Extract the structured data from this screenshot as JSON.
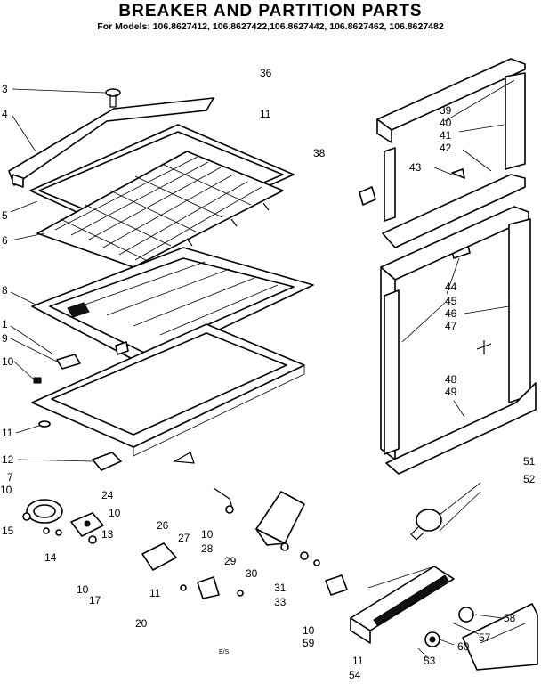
{
  "title": "BREAKER AND PARTITION PARTS",
  "subtitle": "For Models: 106.8627412, 106.8627422,106.8627442, 106.8627462, 106.8627482",
  "footer_code": "E/S",
  "callouts": [
    {
      "id": "c3",
      "label": "3"
    },
    {
      "id": "c4",
      "label": "4"
    },
    {
      "id": "c5",
      "label": "5"
    },
    {
      "id": "c6",
      "label": "6"
    },
    {
      "id": "c8",
      "label": "8"
    },
    {
      "id": "c1",
      "label": "1"
    },
    {
      "id": "c9",
      "label": "9"
    },
    {
      "id": "c10a",
      "label": "10"
    },
    {
      "id": "c11a",
      "label": "11"
    },
    {
      "id": "c12",
      "label": "12"
    },
    {
      "id": "c7",
      "label": "7"
    },
    {
      "id": "c10b",
      "label": "10"
    },
    {
      "id": "c15",
      "label": "15"
    },
    {
      "id": "c13",
      "label": "13"
    },
    {
      "id": "c14",
      "label": "14"
    },
    {
      "id": "c24",
      "label": "24"
    },
    {
      "id": "c10c",
      "label": "10"
    },
    {
      "id": "c26",
      "label": "26"
    },
    {
      "id": "c27",
      "label": "27"
    },
    {
      "id": "c10d",
      "label": "10"
    },
    {
      "id": "c28",
      "label": "28"
    },
    {
      "id": "c29",
      "label": "29"
    },
    {
      "id": "c30",
      "label": "30"
    },
    {
      "id": "c10e",
      "label": "10"
    },
    {
      "id": "c17",
      "label": "17"
    },
    {
      "id": "c11b",
      "label": "11"
    },
    {
      "id": "c20",
      "label": "20"
    },
    {
      "id": "c31",
      "label": "31"
    },
    {
      "id": "c33",
      "label": "33"
    },
    {
      "id": "c36",
      "label": "36"
    },
    {
      "id": "c11c",
      "label": "11"
    },
    {
      "id": "c38",
      "label": "38"
    },
    {
      "id": "c39",
      "label": "39"
    },
    {
      "id": "c40",
      "label": "40"
    },
    {
      "id": "c41",
      "label": "41"
    },
    {
      "id": "c42",
      "label": "42"
    },
    {
      "id": "c43",
      "label": "43"
    },
    {
      "id": "c44",
      "label": "44"
    },
    {
      "id": "c45",
      "label": "45"
    },
    {
      "id": "c46",
      "label": "46"
    },
    {
      "id": "c47",
      "label": "47"
    },
    {
      "id": "c48",
      "label": "48"
    },
    {
      "id": "c49",
      "label": "49"
    },
    {
      "id": "c51",
      "label": "51"
    },
    {
      "id": "c52",
      "label": "52"
    },
    {
      "id": "c58",
      "label": "58"
    },
    {
      "id": "c57",
      "label": "57"
    },
    {
      "id": "c10f",
      "label": "10"
    },
    {
      "id": "c59",
      "label": "59"
    },
    {
      "id": "c60",
      "label": "60"
    },
    {
      "id": "c53",
      "label": "53"
    },
    {
      "id": "c11d",
      "label": "11"
    },
    {
      "id": "c54",
      "label": "54"
    }
  ]
}
